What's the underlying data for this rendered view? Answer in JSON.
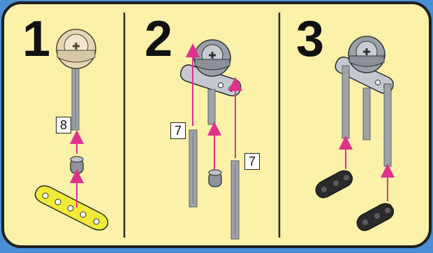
{
  "steps": [
    {
      "number": "1",
      "quantity_label": "8"
    },
    {
      "number": "2",
      "quantity_labels": [
        "7",
        "7"
      ]
    },
    {
      "number": "3"
    }
  ],
  "colors": {
    "frame_border": "#1f1f1f",
    "panel_background": "#fbf1a9",
    "outer_background": "#4a8fd6",
    "arrow": "#e0318f",
    "axle": "#9ea3a7",
    "gear_tan": "#e6d6b4",
    "gear_gray": "#9aa0a6",
    "beam_yellow": "#f1ea38",
    "beam_lightgray": "#c3c8d1",
    "connector_black": "#2a2a2a"
  }
}
